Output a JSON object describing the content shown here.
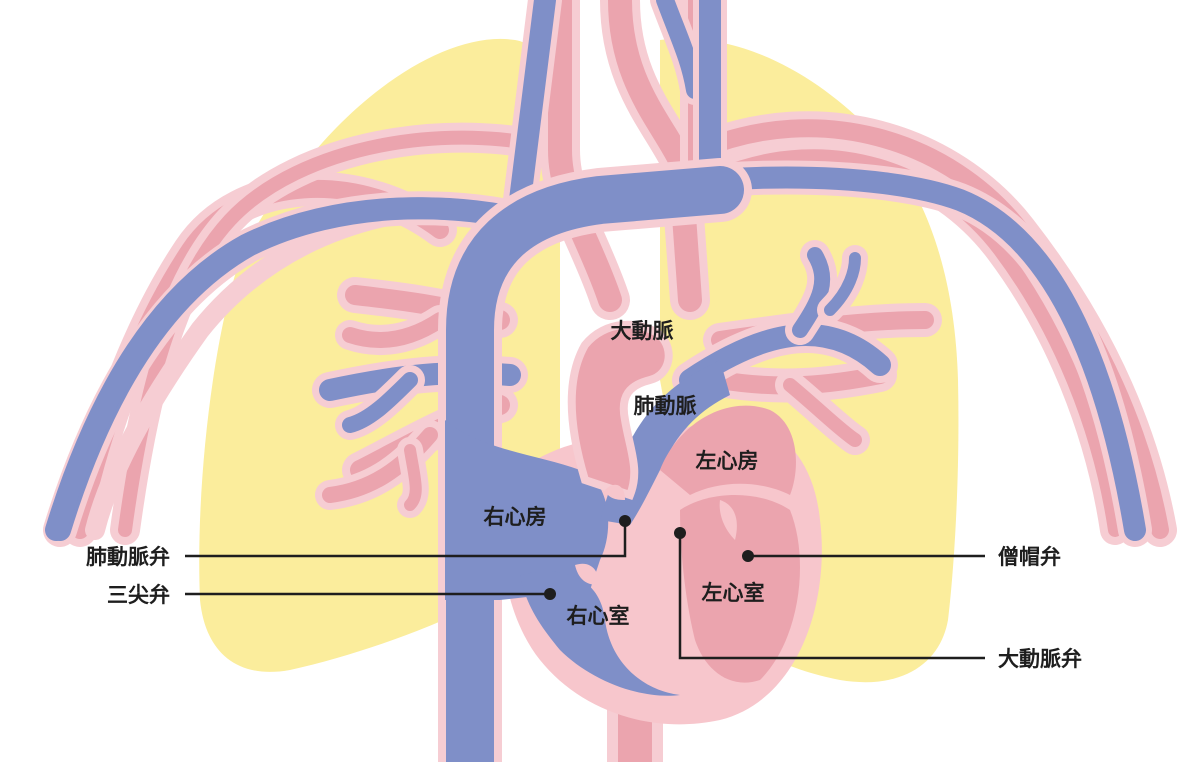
{
  "diagram": {
    "colors": {
      "lung": "#fbed9c",
      "artery": "#eba4ae",
      "artery_outline": "#f6cdd3",
      "vein": "#7f8fc8",
      "heart_wall": "#f7c6cc",
      "ventricle_left": "#eba4ae",
      "line": "#1e1e1e"
    },
    "chambers": {
      "aorta": "大動脈",
      "pulmonary_artery": "肺動脈",
      "left_atrium": "左心房",
      "right_atrium": "右心房",
      "left_ventricle": "左心室",
      "right_ventricle": "右心室"
    },
    "callouts": {
      "pulmonary_valve": "肺動脈弁",
      "tricuspid_valve": "三尖弁",
      "mitral_valve": "僧帽弁",
      "aortic_valve": "大動脈弁"
    }
  }
}
